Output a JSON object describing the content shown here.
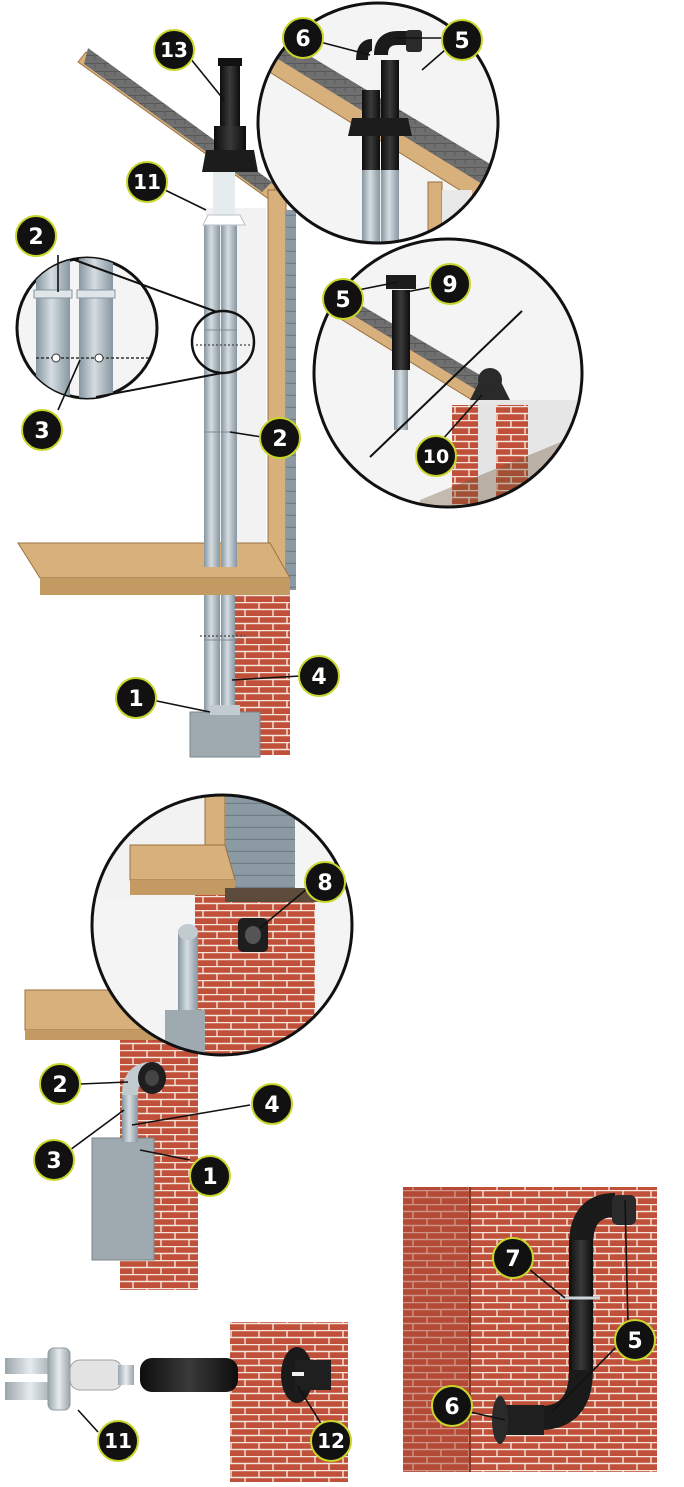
{
  "diagram": {
    "callouts": {
      "c13": "13",
      "c11a": "11",
      "c6a": "6",
      "c5a": "5",
      "c2a": "2",
      "c3a": "3",
      "c2b": "2",
      "c5b": "5",
      "c9": "9",
      "c10": "10",
      "c4a": "4",
      "c1a": "1",
      "c8": "8",
      "c2c": "2",
      "c4b": "4",
      "c3b": "3",
      "c1b": "1",
      "c7": "7",
      "c5c": "5",
      "c6b": "6",
      "c11b": "11",
      "c12": "12"
    },
    "colors": {
      "callout_fill": "#111111",
      "callout_ring": "#c8d62b",
      "brick": "#c0503a",
      "mortar": "#f3e6dc",
      "pipe": "#a9b6bf",
      "black_pipe": "#1c1c1c",
      "wood": "#d8b07c",
      "shingle": "#6f6f6f"
    }
  }
}
